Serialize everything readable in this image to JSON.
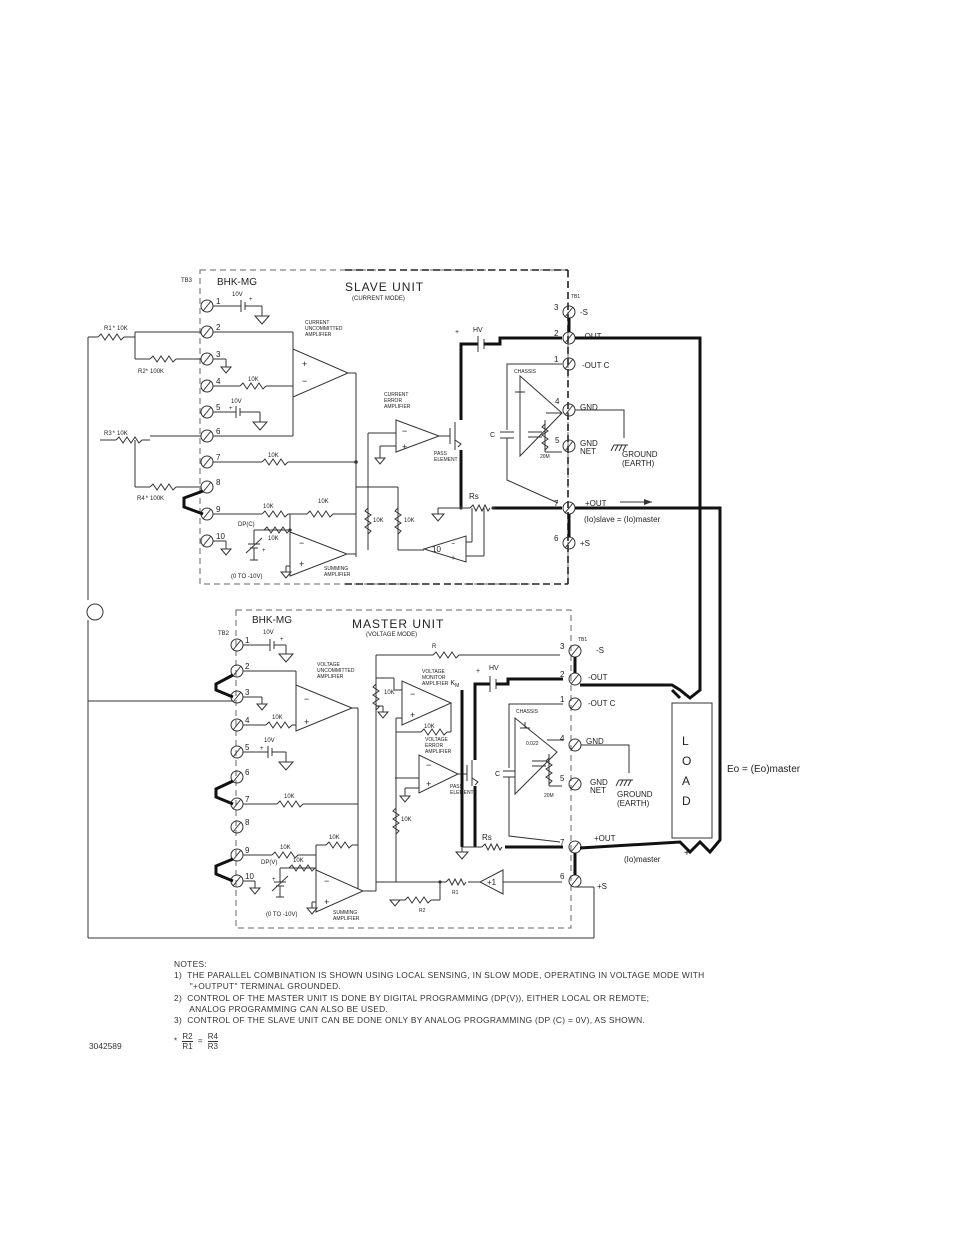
{
  "slave": {
    "tb": "TB3",
    "model": "BHK-MG",
    "title": "SLAVE UNIT",
    "mode": "(CURRENT MODE)",
    "ref10v": "10V",
    "ref10v_b": "10V",
    "uncommitted_amp": [
      "CURRENT",
      "UNCOMMITTED",
      "AMPLIFIER"
    ],
    "error_amp": [
      "CURRENT",
      "ERROR",
      "AMPLIFIER"
    ],
    "pass_element": [
      "PASS",
      "ELEMENT"
    ],
    "summing_amp": [
      "SUMMING",
      "AMPLIFIER"
    ],
    "dp": "DP(C)",
    "range": "(0 TO -10V)",
    "gain_block": "10",
    "hv": "HV",
    "cap": "C",
    "chassis": "CHASSIS",
    "r20m": "20M",
    "rs": "Rs",
    "r1": "R1",
    "r1_val": "10K",
    "r2": "R2",
    "r2_val": "100K",
    "r3": "R3",
    "r3_val": "10K",
    "r4": "R4",
    "r4_val": "100K",
    "res10k": "10K",
    "star": "*",
    "terminals": [
      "1",
      "2",
      "3",
      "4",
      "5",
      "6",
      "7",
      "8",
      "9",
      "10"
    ],
    "tb1": "TB1",
    "out_terminals": [
      "3",
      "2",
      "1",
      "4",
      "5",
      "7",
      "6"
    ],
    "out_labels": {
      "s_minus": "-S",
      "out_minus": "-OUT",
      "out_c": "-OUT C",
      "gnd": "GND",
      "gnd_net": [
        "GND",
        "NET"
      ],
      "out_plus": "+OUT",
      "s_plus": "+S"
    },
    "current_eq": "(Io)slave = (Io)master",
    "ground_earth": [
      "GROUND",
      "(EARTH)"
    ]
  },
  "master": {
    "tb": "TB2",
    "model": "BHK-MG",
    "title": "MASTER UNIT",
    "mode": "(VOLTAGE MODE)",
    "ref10v": "10V",
    "ref10v_b": "10V",
    "uncommitted_amp": [
      "VOLTAGE",
      "UNCOMMITTED",
      "AMPLIFIER"
    ],
    "monitor_amp": [
      "VOLTAGE",
      "MONITOR",
      "AMPLIFIER"
    ],
    "km": "K",
    "km_sub": "M",
    "error_amp": [
      "VOLTAGE",
      "ERROR",
      "AMPLIFIER"
    ],
    "pass_element": [
      "PASS",
      "ELEMENT"
    ],
    "summing_amp": [
      "SUMMING",
      "AMPLIFIER"
    ],
    "dp": "DP(V)",
    "range": "(0 TO -10V)",
    "follower": "+1",
    "hv": "HV",
    "cap_out": "C",
    "cap_chassis": "0.022",
    "chassis": "CHASSIS",
    "r20m": "20M",
    "rs": "Rs",
    "r_label": "R",
    "r1": "R1",
    "r2": "R2",
    "res10k": "10K",
    "terminals": [
      "1",
      "2",
      "3",
      "4",
      "5",
      "6",
      "7",
      "8",
      "9",
      "10"
    ],
    "tb1": "TB1",
    "out_terminals": [
      "3",
      "2",
      "1",
      "4",
      "5",
      "7",
      "6"
    ],
    "out_labels": {
      "s_minus": "-S",
      "out_minus": "-OUT",
      "out_c": "-OUT C",
      "gnd": "GND",
      "gnd_net": [
        "GND",
        "NET"
      ],
      "out_plus": "+OUT",
      "s_plus": "+S"
    },
    "current": "(Io)master",
    "ground_earth": [
      "GROUND",
      "(EARTH)"
    ]
  },
  "load": {
    "label": [
      "L",
      "O",
      "A",
      "D"
    ],
    "minus": "−",
    "plus": "+",
    "eq": "Eo = (Eo)master"
  },
  "notes": {
    "heading": "NOTES:",
    "lines": [
      "1)  THE PARALLEL COMBINATION IS SHOWN USING LOCAL SENSING, IN SLOW MODE, OPERATING IN VOLTAGE MODE WITH",
      "      \"+OUTPUT\" TERMINAL GROUNDED.",
      "2)  CONTROL OF THE MASTER UNIT IS DONE BY DIGITAL PROGRAMMING (DP(V)), EITHER LOCAL OR REMOTE;",
      "      ANALOG PROGRAMMING CAN ALSO BE USED.",
      "3)  CONTROL OF THE SLAVE UNIT CAN BE DONE ONLY BY ANALOG PROGRAMMING (DP (C) = 0V), AS SHOWN."
    ],
    "formula": {
      "star": "*",
      "a_num": "R2",
      "a_den": "R1",
      "eq": "=",
      "b_num": "R4",
      "b_den": "R3"
    }
  },
  "drawing_number": "3042589"
}
